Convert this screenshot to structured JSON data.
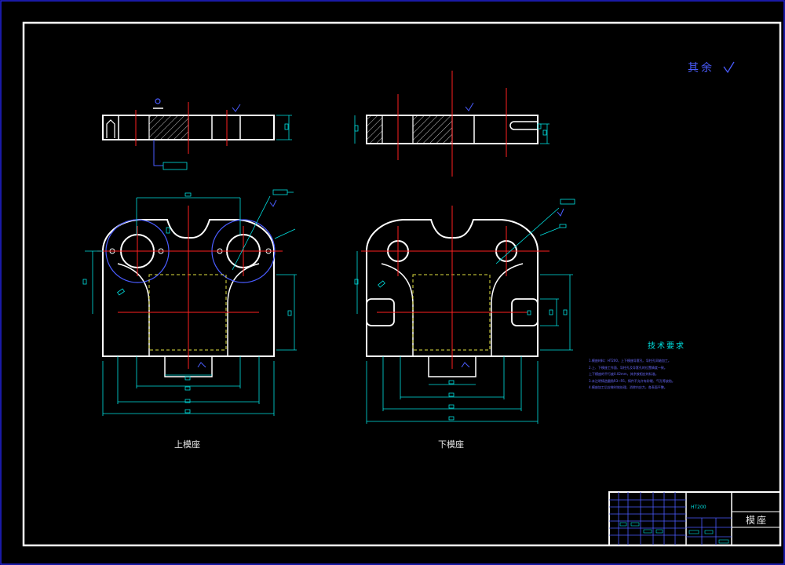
{
  "labels": {
    "upper_view": "上模座",
    "lower_view": "下模座",
    "roughness_note": "其余"
  },
  "technical_requirements": {
    "title": "技术要求",
    "items": [
      "1.模座材料：HT200，上下模座导套孔、导柱孔同轴加工。",
      "2.上、下模座工作面、导柱孔及导套孔的位置精度一致。",
      "  上下模座的平行度0.02mm，其余按相应的标准。",
      "3.未注明铸造圆角R3~R5，铸件不允许有砂眼、气孔等缺陷。",
      "4.模座加工后应做时效处理，消除内应力，各表面平整。"
    ]
  },
  "title_block": {
    "part_name": "模座",
    "material": "HT200"
  },
  "colors": {
    "outline": "#ffffff",
    "centerline": "#ff2020",
    "dimension": "#00e0e0",
    "hidden": "#e0e040",
    "section_hatch": "#ffffff",
    "annotation": "#4a5cff",
    "frame_blue": "#2222dd"
  }
}
